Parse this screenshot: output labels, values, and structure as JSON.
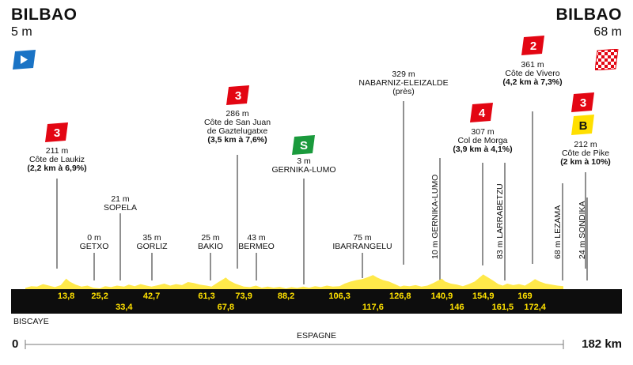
{
  "start": {
    "city": "BILBAO",
    "altitude": "5 m"
  },
  "finish": {
    "city": "BILBAO",
    "altitude": "68 m"
  },
  "total_km": {
    "start": "0",
    "end": "182 km"
  },
  "country": "ESPAGNE",
  "region": "BISCAYE",
  "colors": {
    "profile_fill": "#ffe94a",
    "bar": "#0d0d0d",
    "km_text": "#ffe100",
    "climb_badge": "#e30613",
    "sprint_badge": "#1a9a3c",
    "bonus_badge": "#ffdf00",
    "start_flag": "#1a73c5"
  },
  "climbs": [
    {
      "category": "3",
      "altitude": "211 m",
      "name": "Côte de Laukiz",
      "stats": "(2,2 km à 6,9%)"
    },
    {
      "category": "3",
      "altitude": "286 m",
      "name": "Côte de San Juan de Gaztelugatxe",
      "name_line1": "Côte de San Juan",
      "name_line2": "de Gaztelugatxe",
      "stats": "(3,5 km à 7,6%)"
    },
    {
      "category": "4",
      "altitude": "307 m",
      "name": "Col de Morga",
      "stats": "(3,9 km à 4,1%)"
    },
    {
      "category": "2",
      "altitude": "361 m",
      "name": "Côte de Vivero",
      "stats": "(4,2 km à 7,3%)"
    },
    {
      "category": "3",
      "altitude": "212 m",
      "name": "Côte de Pike",
      "stats": "(2 km à 10%)",
      "bonus": "B"
    }
  ],
  "sprint": {
    "label": "S",
    "altitude": "3 m",
    "name": "GERNIKA-LUMO"
  },
  "summit_point": {
    "altitude": "329 m",
    "name": "NABARNIZ-ELEIZALDE",
    "note": "(près)"
  },
  "places": [
    {
      "altitude": "21 m",
      "name": "SOPELA"
    },
    {
      "altitude": "0 m",
      "name": "GETXO"
    },
    {
      "altitude": "35 m",
      "name": "GORLIZ"
    },
    {
      "altitude": "25 m",
      "name": "BAKIO"
    },
    {
      "altitude": "43 m",
      "name": "BERMEO"
    },
    {
      "altitude": "75 m",
      "name": "IBARRANGELU"
    }
  ],
  "vertical_places": [
    {
      "text": "10 m GERNIKA-LUMO"
    },
    {
      "text": "83 m LARRABETZU"
    },
    {
      "text": "68 m LEZAMA"
    },
    {
      "text": "24 m SONDIKA"
    }
  ],
  "km_top": [
    "13,8",
    "25,2",
    "42,7",
    "61,3",
    "73,9",
    "88,2",
    "106,3",
    "126,8",
    "140,9",
    "154,9",
    "169"
  ],
  "km_bottom": [
    "33,4",
    "67,8",
    "117,6",
    "146",
    "161,5",
    "172,4"
  ]
}
